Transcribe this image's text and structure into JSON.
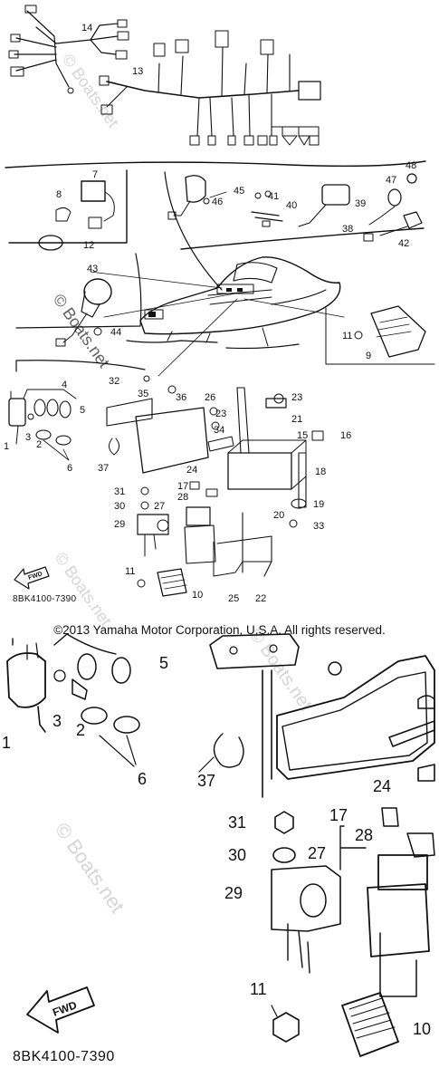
{
  "watermark": "© Boats.net",
  "copyright": "©2013 Yamaha Motor Corporation, U.S.A. All rights reserved.",
  "fwd_label": "FWD",
  "diagram_code": "8BK4100-7390",
  "callouts_top": {
    "n14": "14",
    "n13": "13",
    "n7": "7",
    "n8": "8",
    "n12": "12",
    "n45": "45",
    "n46": "46",
    "n41": "41",
    "n40": "40",
    "n39": "39",
    "n38": "38",
    "n47": "47",
    "n48": "48",
    "n42": "42",
    "n43": "43",
    "n44": "44",
    "n11": "11",
    "n9": "9",
    "n4": "4",
    "n5": "5",
    "n3": "3",
    "n2": "2",
    "n1": "1",
    "n6": "6",
    "n32": "32",
    "n35": "35",
    "n36": "36",
    "n26": "26",
    "n23a": "23",
    "n23b": "23",
    "n21": "21",
    "n34": "34",
    "n15": "15",
    "n16": "16",
    "n37": "37",
    "n24": "24",
    "n18": "18",
    "n17": "17",
    "n28": "28",
    "n31": "31",
    "n30": "30",
    "n27": "27",
    "n19": "19",
    "n20": "20",
    "n29": "29",
    "n33": "33",
    "n11b": "11",
    "n10": "10",
    "n25": "25",
    "n22": "22"
  },
  "callouts_bottom": {
    "n5": "5",
    "n1": "1",
    "n3": "3",
    "n2": "2",
    "n6": "6",
    "n37": "37",
    "n24": "24",
    "n17": "17",
    "n31": "31",
    "n28": "28",
    "n30": "30",
    "n27": "27",
    "n29": "29",
    "n11": "11",
    "n10": "10"
  }
}
